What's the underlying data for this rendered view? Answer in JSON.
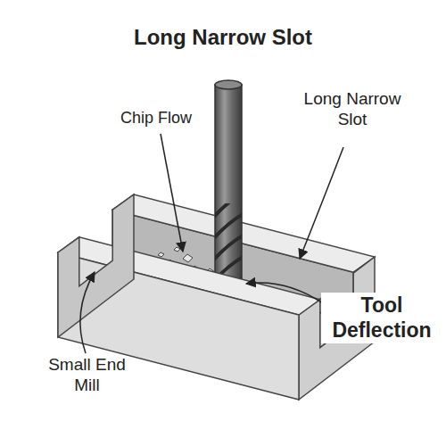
{
  "diagram": {
    "title": "Long Narrow Slot",
    "labels": [
      "Chip Flow",
      "Long Narrow Slot",
      "Tool Deflection",
      "Small End Mill"
    ]
  }
}
